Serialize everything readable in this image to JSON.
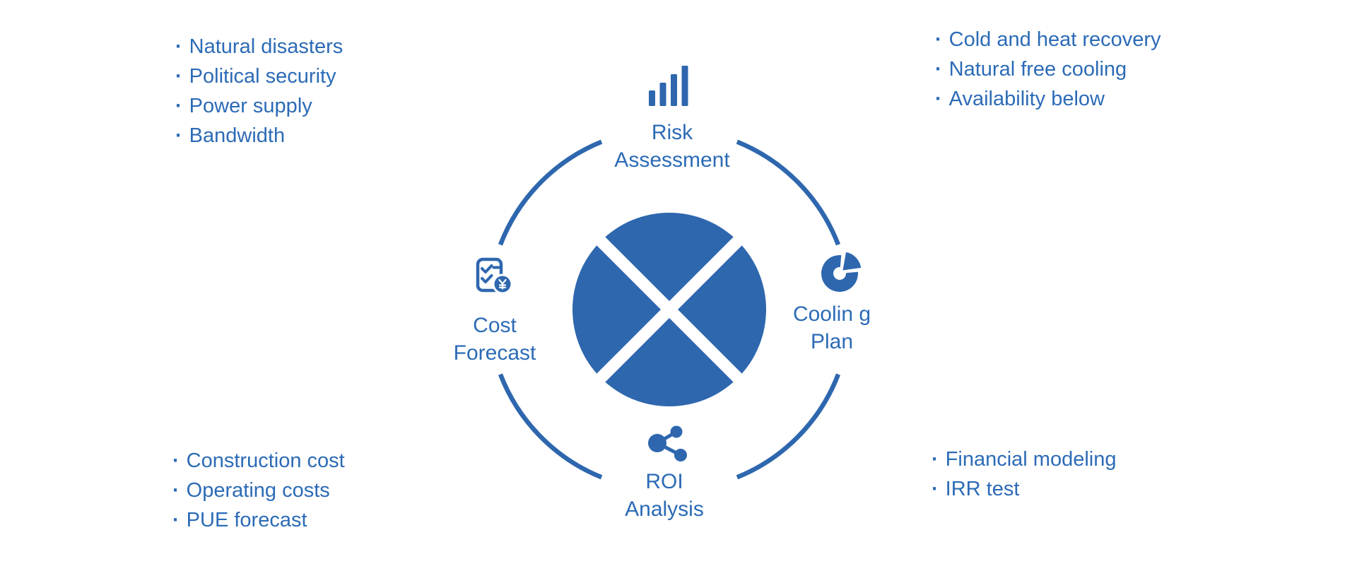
{
  "colors": {
    "primary_text": "#2C6BB6",
    "shape_blue": "#2E67AE",
    "background": "#FFFFFF"
  },
  "bullet": "·",
  "diagram": {
    "center": {
      "type": "circle-divided-into-four-sectors"
    },
    "nodes": {
      "risk": {
        "line1": "Risk",
        "line2": "Assessment",
        "icon": "bar-chart-icon"
      },
      "cooling": {
        "line1": "Coolin g",
        "line2": "Plan",
        "icon": "donut-chart-icon"
      },
      "roi": {
        "line1": "ROI",
        "line2": "Analysis",
        "icon": "share-nodes-icon"
      },
      "cost": {
        "line1": "Cost",
        "line2": "Forecast",
        "icon": "checklist-currency-icon"
      }
    },
    "lists": {
      "top_left": {
        "items": [
          "Natural disasters",
          "Political security",
          "Power supply",
          "Bandwidth"
        ]
      },
      "top_right": {
        "items": [
          "Cold and heat recovery",
          "Natural free cooling",
          "Availability below"
        ]
      },
      "bottom_left": {
        "items": [
          "Construction cost",
          "Operating costs",
          "PUE forecast"
        ]
      },
      "bottom_right": {
        "items": [
          "Financial modeling",
          "IRR test"
        ]
      }
    }
  }
}
